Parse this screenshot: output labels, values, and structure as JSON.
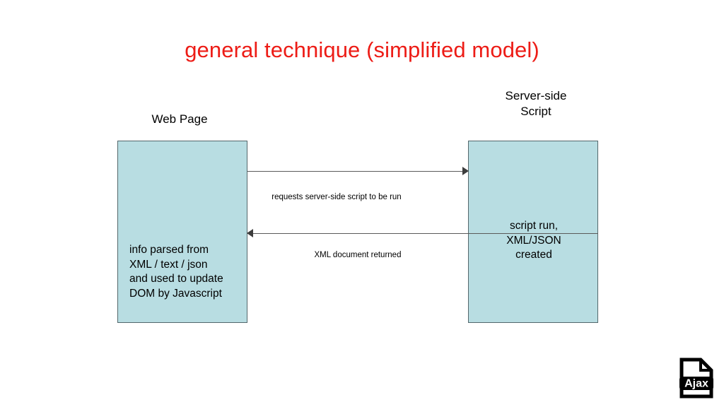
{
  "slide": {
    "title": "general technique (simplified model)",
    "title_color": "#ed1c16",
    "background_color": "#ffffff"
  },
  "captions": {
    "web_page": "Web Page",
    "server_side_line1": "Server-side",
    "server_side_line2": "Script"
  },
  "boxes": {
    "fill_color": "#b8dde2",
    "border_color": "#53676b",
    "web_page": {
      "lines": [
        "info parsed from",
        "XML / text / json",
        "and used to update",
        "DOM by Javascript"
      ]
    },
    "server_script": {
      "lines": [
        "script run,",
        "XML/JSON",
        "created"
      ]
    }
  },
  "arrows": {
    "request": {
      "label": "requests server-side script to be run",
      "direction": "right"
    },
    "response": {
      "label": "XML document returned",
      "direction": "left"
    },
    "color": "#5a5a5a"
  },
  "logo": {
    "text": "Ajax",
    "icon": "ajax-file-icon"
  }
}
